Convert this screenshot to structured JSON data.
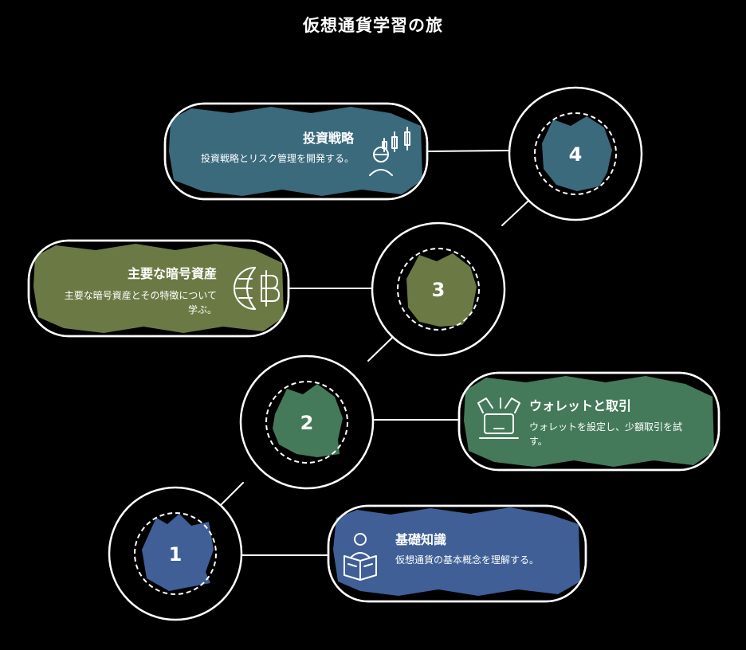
{
  "title": "仮想通貨学習の旅",
  "colors": {
    "background": "#000000",
    "stroke": "#ffffff",
    "step1": "#3f5f96",
    "step2": "#447a5a",
    "step3": "#6b7a44",
    "step4": "#3a6a7c"
  },
  "steps": [
    {
      "number": "1",
      "heading": "基礎知識",
      "description": "仮想通貨の基本概念を理解する。",
      "icon": "reading-person-icon"
    },
    {
      "number": "2",
      "heading": "ウォレットと取引",
      "description": "ウォレットを設定し、少額取引を試す。",
      "icon": "laptop-hands-icon"
    },
    {
      "number": "3",
      "heading": "主要な暗号資産",
      "description": "主要な暗号資産とその特徴について学ぶ。",
      "icon": "globe-bitcoin-icon"
    },
    {
      "number": "4",
      "heading": "投資戦略",
      "description": "投資戦略とリスク管理を開発する。",
      "icon": "investor-candlestick-icon"
    }
  ]
}
